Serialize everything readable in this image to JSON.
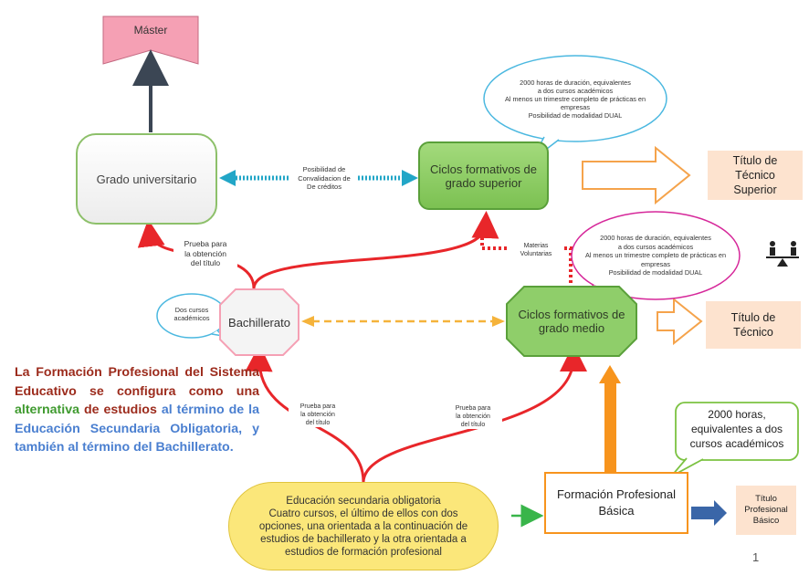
{
  "nodes": {
    "master": "Máster",
    "grado_universitario": "Grado universitario",
    "ciclos_superior_line1": "Ciclos formativos de",
    "ciclos_superior_line2": "grado superior",
    "titulo_superior_line1": "Título de",
    "titulo_superior_line2": "Técnico",
    "titulo_superior_line3": "Superior",
    "bachillerato": "Bachillerato",
    "ciclos_medio_line1": "Ciclos formativos de",
    "ciclos_medio_line2": "grado medio",
    "titulo_tecnico_line1": "Título de",
    "titulo_tecnico_line2": "Técnico",
    "eso_line1": "Educación secundaria obligatoria",
    "eso_line2": "Cuatro cursos, el último de ellos con dos",
    "eso_line3": "opciones, una orientada a la continuación de",
    "eso_line4": "estudios de bachillerato y la otra orientada a",
    "eso_line5": "estudios de formación profesional",
    "fpb_line1": "Formación Profesional",
    "fpb_line2": "Básica",
    "titulo_basico_line1": "Título",
    "titulo_basico_line2": "Profesional",
    "titulo_basico_line3": "Básico"
  },
  "bubbles": {
    "superior_line1": "2000 horas de duración, equivalentes",
    "superior_line2": "a dos cursos académicos",
    "superior_line3": "Al menos un trimestre completo de prácticas en",
    "superior_line4": "empresas",
    "superior_line5": "Posibilidad de modalidad DUAL",
    "medio_line1": "2000 horas de duración, equivalentes",
    "medio_line2": "a dos cursos académicos",
    "medio_line3": "Al menos un trimestre completo de prácticas en",
    "medio_line4": "empresas",
    "medio_line5": "Posibilidad de modalidad DUAL",
    "bach_line1": "Dos cursos",
    "bach_line2": "académicos",
    "fpb_line1": "2000 horas,",
    "fpb_line2": "equivalentes  a dos",
    "fpb_line3": "cursos académicos"
  },
  "edge_labels": {
    "convalidacion_line1": "Posibilidad de",
    "convalidacion_line2": "Convalidacion de",
    "convalidacion_line3": "De créditos",
    "prueba_grado_line1": "Prueba para",
    "prueba_grado_line2": "la obtención",
    "prueba_grado_line3": "del título",
    "materias_line1": "Materias",
    "materias_line2": "Voluntarias",
    "prueba_bach_line1": "Prueba para",
    "prueba_bach_line2": "la obtención",
    "prueba_bach_line3": "del título",
    "prueba_medio_line1": "Prueba para",
    "prueba_medio_line2": "la obtención",
    "prueba_medio_line3": "del título"
  },
  "description": {
    "part1": "La Formación Profesional del Sistema Educativo se configura como una ",
    "highlight_green": "alternativa",
    "part2": " de estudios ",
    "highlight_blue": "al término de la Educación Secundaria Obligatoria, y también al término del Bachillerato."
  },
  "icons": {
    "people_scale": "people-balance-icon"
  },
  "page_number": "1",
  "colors": {
    "master_fill": "#f5a0b4",
    "green_fill": "#8fce6a",
    "orange": "#f7941d",
    "red": "#e8262a",
    "teal_dotted": "#22a6c7",
    "bubble_blue": "#4bb8e0",
    "bubble_magenta": "#d6289a",
    "titulo_fill": "#fde3cf",
    "eso_fill": "#fbe77a",
    "description_red": "#9c2b1c",
    "description_green": "#3f9a2f",
    "description_blue": "#4a7fd0"
  }
}
